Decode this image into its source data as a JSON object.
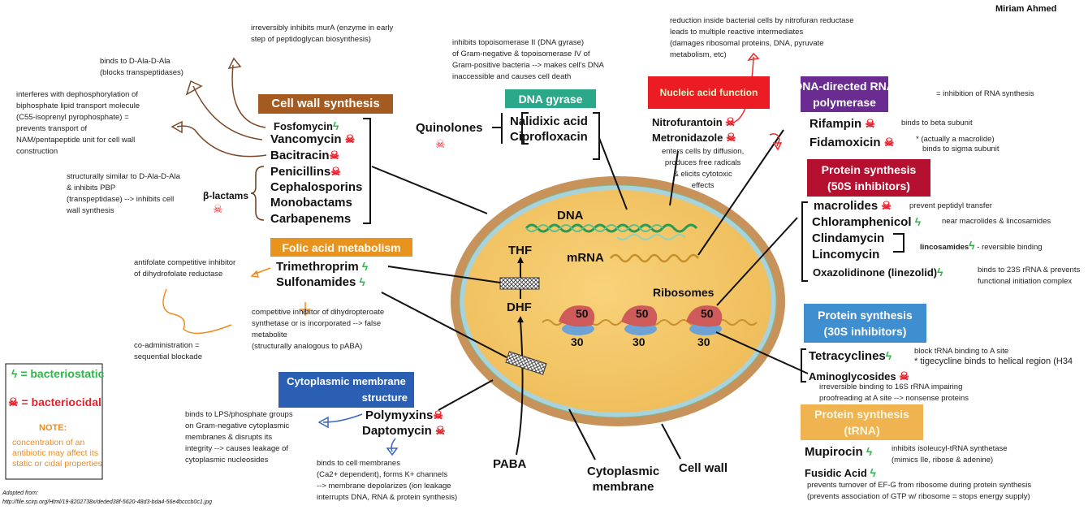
{
  "author": "Miriam Ahmed",
  "icons": {
    "bacteriostatic": "lightning-bolt-icon",
    "bacteriocidal": "skull-crossbones-icon",
    "bolt_glyph": "ϟ",
    "skull_glyph": "☠"
  },
  "colors": {
    "bacteriostatic": "#2fb54a",
    "bacteriocidal": "#e8202a",
    "cell_wall": "#a55b1f",
    "dna_gyrase": "#2aa889",
    "nucleic_acid": "#ec1c24",
    "rna_polymerase": "#6a2c91",
    "protein_50s": "#b5102f",
    "protein_30s": "#3f8fd0",
    "protein_trna": "#efb34f",
    "folic_acid": "#e8931d",
    "membrane": "#2b5fb4"
  },
  "cell_wall": {
    "title": "Cell wall synthesis",
    "drugs": [
      "Fosfomycin",
      "Vancomycin",
      "Bacitracin",
      "Penicillins",
      "Cephalosporins",
      "Monobactams",
      "Carbapenems"
    ],
    "beta_lactams": "β-lactams",
    "notes": {
      "fosfomycin": [
        "irreversibly inhibits murA (enzyme in early",
        "step of peptidoglycan biosynthesis)"
      ],
      "vancomycin": [
        "binds to D-Ala-D-Ala",
        "(blocks transpeptidases)"
      ],
      "bacitracin": [
        "interferes with dephosphorylation of",
        "biphosphate lipid transport molecule",
        "(C55-isoprenyl pyrophosphate) =",
        "prevents transport of",
        "NAM/pentapeptide unit for cell wall",
        "construction"
      ],
      "beta_lactams": [
        "structurally similar to D-Ala-D-Ala",
        "& inhibits PBP",
        "(transpeptidase) --> inhibits cell",
        "wall synthesis"
      ]
    }
  },
  "dna_gyrase": {
    "title": "DNA gyrase",
    "class": "Quinolones",
    "drugs": [
      "Nalidixic acid",
      "Ciprofloxacin"
    ],
    "note": [
      "inhibits topoisomerase II (DNA gyrase)",
      "of Gram-negative & topoisomerase IV of",
      "Gram-positive bacteria --> makes cell's DNA",
      "inaccessible and causes cell death"
    ]
  },
  "nucleic_acid": {
    "title": "Nucleic acid function",
    "drugs": [
      "Nitrofurantoin",
      "Metronidazole"
    ],
    "note_nitrofurantoin": [
      "reduction inside bacterial cells by nitrofuran reductase",
      "leads to multiple reactive intermediates",
      "(damages ribosomal proteins, DNA, pyruvate",
      "metabolism, etc)"
    ],
    "note_metronidazole": [
      "enters cells by diffusion,",
      "produces free radicals",
      "& elicits cytotoxic",
      "effects"
    ]
  },
  "rna_polymerase": {
    "title": [
      "DNA-directed RNA",
      "polymerase"
    ],
    "note": "= inhibition of RNA synthesis",
    "drugs": [
      "Rifampin",
      "Fidamoxicin"
    ],
    "rifampin_note": "binds to beta subunit",
    "fidamoxicin_note": [
      "* (actually a macrolide)",
      "binds to sigma subunit"
    ]
  },
  "protein_50s": {
    "title": [
      "Protein synthesis",
      "(50S inhibitors)"
    ],
    "drugs": [
      "macrolides",
      "Chloramphenicol",
      "Clindamycin",
      "Lincomycin",
      "Oxazolidinone (linezolid)"
    ],
    "notes": {
      "macrolides": "prevent peptidyl transfer",
      "chloramphenicol": "near macrolides & lincosamides",
      "lincosamides_label": "lincosamides",
      "lincosamides": "- reversible binding",
      "oxazolidinone": [
        "binds to 23S rRNA & prevents",
        "functional initiation complex"
      ]
    }
  },
  "protein_30s": {
    "title": [
      "Protein synthesis",
      "(30S inhibitors)"
    ],
    "drugs": [
      "Tetracyclines",
      "Aminoglycosides"
    ],
    "tetracyclines_note": [
      "block tRNA binding to A site",
      "* tigecycline binds to helical region (H34"
    ],
    "aminoglycosides_note": [
      "irreversible binding to 16S rRNA impairing",
      "proofreading at A site --> nonsense proteins"
    ]
  },
  "protein_trna": {
    "title": [
      "Protein synthesis",
      "(tRNA)"
    ],
    "drugs": [
      "Mupirocin",
      "Fusidic Acid"
    ],
    "mupirocin_note": [
      "inhibits isoleucyl-tRNA synthetase",
      "(mimics Ile, ribose & adenine)"
    ],
    "fusidic_note": [
      "prevents turnover of EF-G from ribosome during protein synthesis",
      "(prevents association of GTP w/ ribosome = stops energy supply)"
    ]
  },
  "folic_acid": {
    "title": "Folic acid metabolism",
    "drugs": [
      "Trimethroprim",
      "Sulfonamides"
    ],
    "trimethoprim_note": [
      "antifolate competitive inhibitor",
      "of dihydrofolate reductase"
    ],
    "sulfonamides_note": [
      "competitive inhibitor of dihydropteroate",
      "synthetase or is incorporated --> false",
      "metabolite",
      "(structurally analogous to pABA)"
    ],
    "coadmin_note": [
      "co-administration =",
      "sequential blockade"
    ]
  },
  "membrane": {
    "title": [
      "Cytoplasmic membrane",
      "structure"
    ],
    "drugs": [
      "Polymyxins",
      "Daptomycin"
    ],
    "polymyxins_note": [
      "binds to LPS/phosphate groups",
      "on Gram-negative cytoplasmic",
      "membranes & disrupts its",
      "integrity --> causes leakage of",
      "cytoplasmic nucleosides"
    ],
    "daptomycin_note": [
      "binds to cell membranes",
      " (Ca2+ dependent), forms K+ channels",
      "--> membrane depolarizes (ion leakage",
      "interrupts DNA, RNA & protein synthesis)"
    ]
  },
  "cell_labels": {
    "dna": "DNA",
    "mrna": "mRNA",
    "thf": "THF",
    "dhf": "DHF",
    "ribosomes": "Ribosomes",
    "large_subunit": "50",
    "small_subunit": "30",
    "paba": "PABA",
    "cytoplasmic_membrane": [
      "Cytoplasmic",
      "membrane"
    ],
    "cell_wall": "Cell wall"
  },
  "legend": {
    "bacteriostatic": "= bacteriostatic",
    "bacteriocidal": "= bacteriocidal",
    "note_title": "NOTE:",
    "note": [
      "concentration of an",
      "antibiotic may affect its",
      "static or cidal properties"
    ]
  },
  "source": {
    "label": "Adopted from:",
    "url": "http://file.scirp.org/Html/19-8202738x/deded38f-5620-48d3-bda4-56e4bcccb0c1.jpg"
  }
}
